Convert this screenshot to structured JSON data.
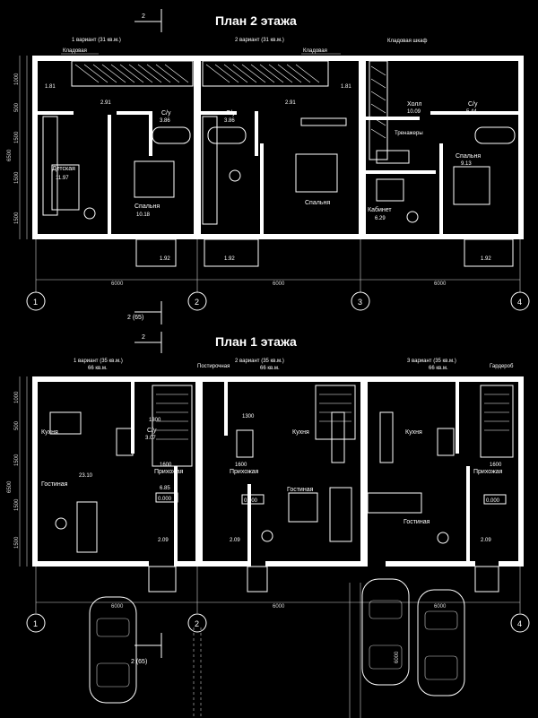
{
  "floor2": {
    "title": "План 2 этажа",
    "section_mark": "2",
    "variants": [
      "1 вариант (31 кв.м.)",
      "2 вариант (31 кв.м.)"
    ],
    "notes": [
      "Кладовая",
      "Кладовая",
      "Кладовая шкаф",
      "Тренажеры"
    ],
    "rooms": [
      {
        "name": "Детская",
        "area": "11.97"
      },
      {
        "name": "С/у",
        "area": "3.86"
      },
      {
        "name": "С/у",
        "area": "3.86"
      },
      {
        "name": "Спальня",
        "area": "10.18"
      },
      {
        "name": "Спальня",
        "area": ""
      },
      {
        "name": "Холл",
        "area": "10.09"
      },
      {
        "name": "С/у",
        "area": "5.44"
      },
      {
        "name": "Спальня",
        "area": "9.13"
      },
      {
        "name": "Кабинет",
        "area": "6.29"
      }
    ],
    "small_areas": [
      "1.81",
      "2.91",
      "2.91",
      "1.81",
      "1.92",
      "1.92",
      "1.92"
    ],
    "dims": [
      "6000",
      "6000",
      "6000"
    ],
    "left_dims": [
      "1000",
      "500",
      "1500",
      "6500",
      "1500",
      "1500"
    ],
    "axes": [
      "1",
      "2",
      "3",
      "4"
    ],
    "bottom_section_mark": "2 (65)"
  },
  "floor1": {
    "title": "План 1 этажа",
    "section_mark": "2",
    "variants": [
      "1 вариант (35 кв.м.)",
      "66 кв.м.",
      "2 вариант (35 кв.м.)",
      "66 кв.м.",
      "3 вариант (35 кв.м.)",
      "66 кв.м."
    ],
    "notes": [
      "Постирочная",
      "Гардероб"
    ],
    "rooms": [
      {
        "name": "Кухня",
        "area": ""
      },
      {
        "name": "С/у",
        "area": "3.07"
      },
      {
        "name": "Гостиная",
        "area": "23.10"
      },
      {
        "name": "Прихожая",
        "area": "6.85"
      },
      {
        "name": "Кухня",
        "area": ""
      },
      {
        "name": "Прихожая",
        "area": ""
      },
      {
        "name": "Гостиная",
        "area": ""
      },
      {
        "name": "Кухня",
        "area": ""
      },
      {
        "name": "Прихожая",
        "area": ""
      },
      {
        "name": "Гостиная",
        "area": ""
      }
    ],
    "levels": [
      "0.000",
      "0.000",
      "0.000"
    ],
    "small_areas": [
      "2.09",
      "2.09",
      "2.09"
    ],
    "door_dims": [
      "1300",
      "1300",
      "1600",
      "1600",
      "1600"
    ],
    "dims": [
      "6000",
      "6000",
      "6000",
      "6000"
    ],
    "left_dims": [
      "1000",
      "500",
      "1500",
      "6500",
      "1500",
      "1500"
    ],
    "axes": [
      "1",
      "2",
      "4"
    ],
    "bottom_section_mark": "2 (65)"
  }
}
